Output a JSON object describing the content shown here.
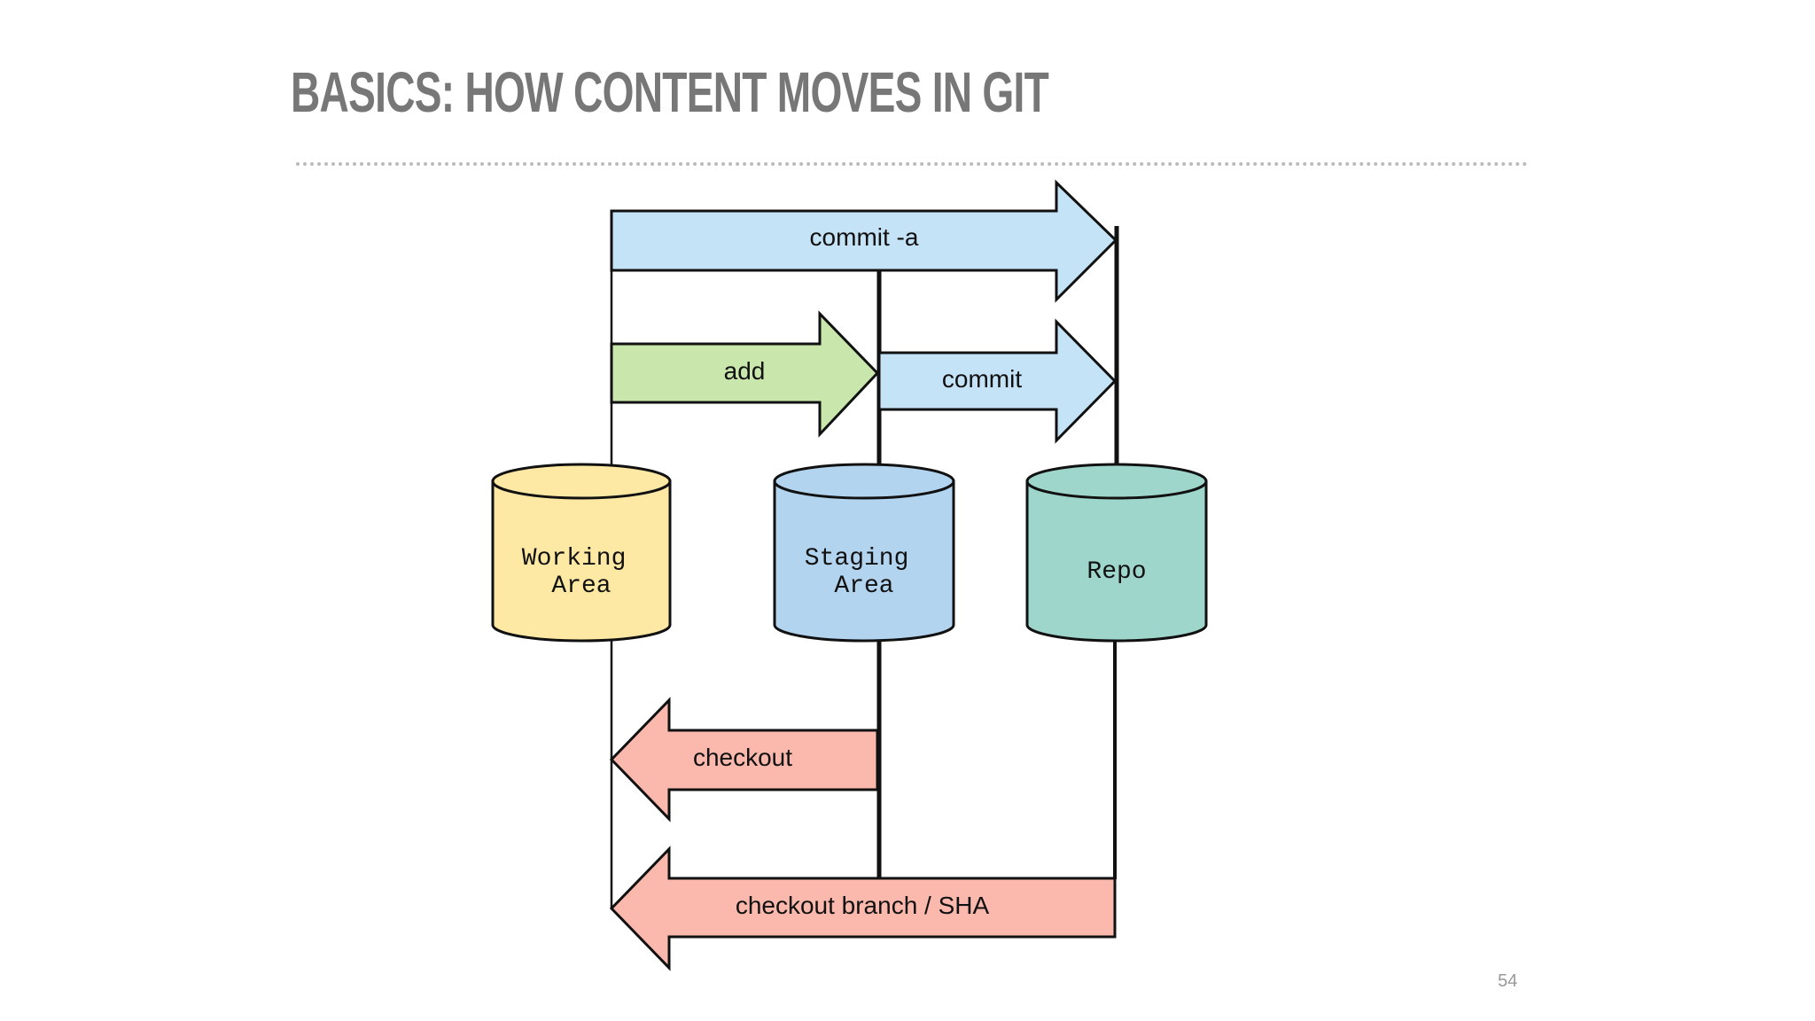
{
  "slide": {
    "title": "BASICS: HOW CONTENT MOVES IN GIT",
    "page_number": "54"
  },
  "diagram": {
    "stores": {
      "working": {
        "line1": "Working",
        "line2": "Area",
        "color": "#fde9a4"
      },
      "staging": {
        "line1": "Staging",
        "line2": "Area",
        "color": "#b3d4ee"
      },
      "repo": {
        "label": "Repo",
        "color": "#9fd6cb"
      }
    },
    "arrows": {
      "commit_a": {
        "label": "commit -a",
        "color": "#c5e3f6"
      },
      "add": {
        "label": "add",
        "color": "#c9e6ad"
      },
      "commit": {
        "label": "commit",
        "color": "#c5e3f6"
      },
      "checkout": {
        "label": "checkout",
        "color": "#fbb8ad"
      },
      "checkout_branch": {
        "label": "checkout branch / SHA",
        "color": "#fbb8ad"
      }
    }
  }
}
